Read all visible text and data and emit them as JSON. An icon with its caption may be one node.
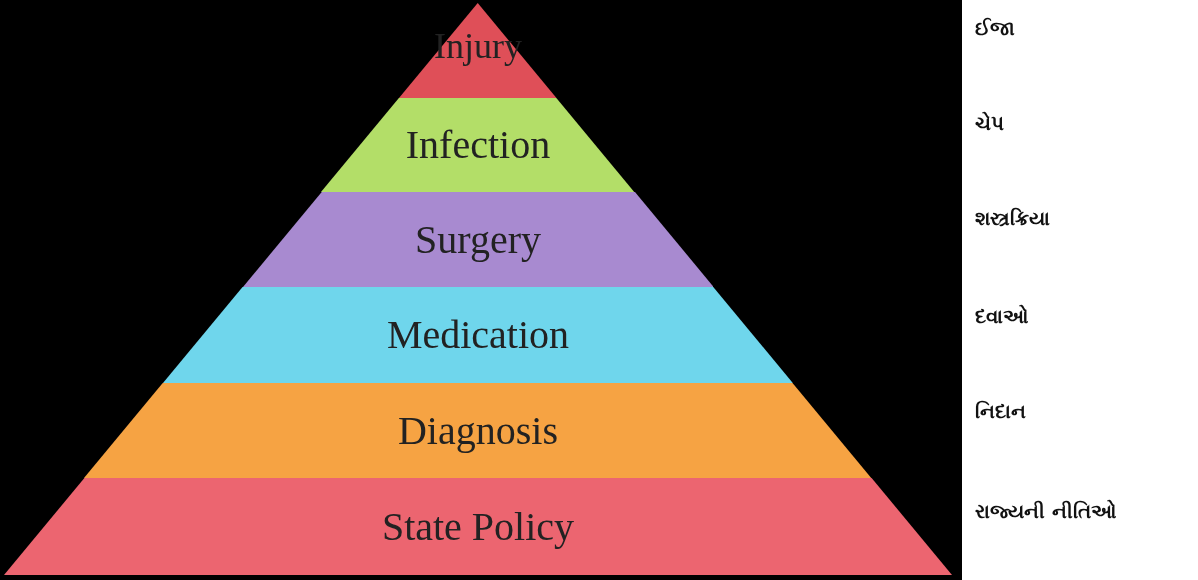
{
  "diagram": {
    "nodes": [
      {
        "text": [
          "Injury"
        ]
      },
      {
        "text": [
          "Infection"
        ]
      },
      {
        "text": [
          "Surgery"
        ]
      },
      {
        "text": [
          "Medication"
        ]
      },
      {
        "text": [
          "Diagnosis"
        ]
      },
      {
        "text": [
          "State Policy"
        ]
      }
    ],
    "labels": [
      "ઈજા",
      "ચેપ",
      "શસ્ત્રક્રિયા",
      "દવાઓ",
      "નિદાન",
      "રાજ્યની નીતિઓ"
    ]
  }
}
